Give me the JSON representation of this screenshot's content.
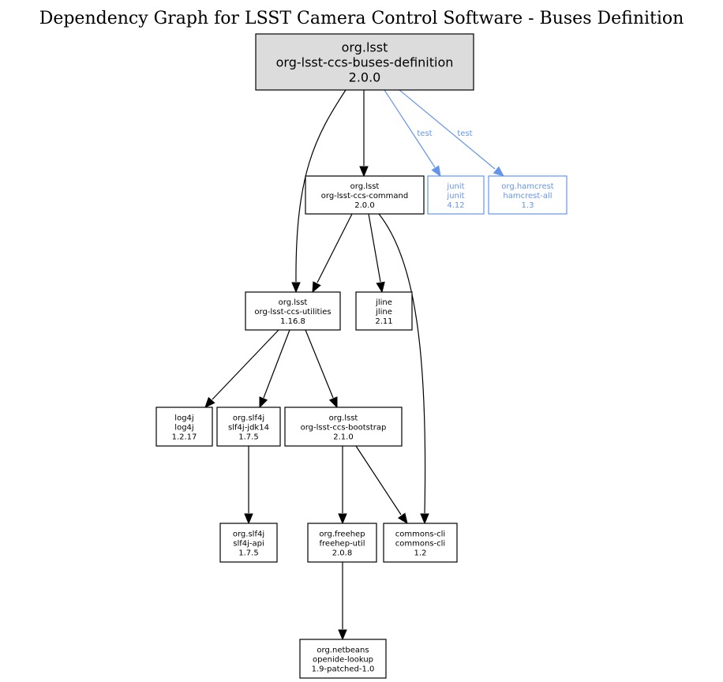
{
  "title": "Dependency Graph for LSST Camera Control Software - Buses Definition",
  "nodes": [
    {
      "id": "buses",
      "lines": [
        "org.lsst",
        "org-lsst-ccs-buses-definition",
        "2.0.0"
      ],
      "style": "root"
    },
    {
      "id": "command",
      "lines": [
        "org.lsst",
        "org-lsst-ccs-command",
        "2.0.0"
      ],
      "style": "normal"
    },
    {
      "id": "junit",
      "lines": [
        "junit",
        "junit",
        "4.12"
      ],
      "style": "test"
    },
    {
      "id": "hamcrest",
      "lines": [
        "org.hamcrest",
        "hamcrest-all",
        "1.3"
      ],
      "style": "test"
    },
    {
      "id": "utilities",
      "lines": [
        "org.lsst",
        "org-lsst-ccs-utilities",
        "1.16.8"
      ],
      "style": "normal"
    },
    {
      "id": "jline",
      "lines": [
        "jline",
        "jline",
        "2.11"
      ],
      "style": "normal"
    },
    {
      "id": "log4j",
      "lines": [
        "log4j",
        "log4j",
        "1.2.17"
      ],
      "style": "normal"
    },
    {
      "id": "slf4jjdk",
      "lines": [
        "org.slf4j",
        "slf4j-jdk14",
        "1.7.5"
      ],
      "style": "normal"
    },
    {
      "id": "bootstrap",
      "lines": [
        "org.lsst",
        "org-lsst-ccs-bootstrap",
        "2.1.0"
      ],
      "style": "normal"
    },
    {
      "id": "slf4japi",
      "lines": [
        "org.slf4j",
        "slf4j-api",
        "1.7.5"
      ],
      "style": "normal"
    },
    {
      "id": "freehep",
      "lines": [
        "org.freehep",
        "freehep-util",
        "2.0.8"
      ],
      "style": "normal"
    },
    {
      "id": "commonscli",
      "lines": [
        "commons-cli",
        "commons-cli",
        "1.2"
      ],
      "style": "normal"
    },
    {
      "id": "lookup",
      "lines": [
        "org.netbeans",
        "openide-lookup",
        "1.9-patched-1.0"
      ],
      "style": "normal"
    }
  ],
  "edges": [
    {
      "from": "buses",
      "to": "command",
      "label": ""
    },
    {
      "from": "buses",
      "to": "junit",
      "label": "test"
    },
    {
      "from": "buses",
      "to": "hamcrest",
      "label": "test"
    },
    {
      "from": "buses",
      "to": "utilities",
      "label": ""
    },
    {
      "from": "command",
      "to": "utilities",
      "label": ""
    },
    {
      "from": "command",
      "to": "jline",
      "label": ""
    },
    {
      "from": "command",
      "to": "commonscli",
      "label": ""
    },
    {
      "from": "utilities",
      "to": "log4j",
      "label": ""
    },
    {
      "from": "utilities",
      "to": "slf4jjdk",
      "label": ""
    },
    {
      "from": "utilities",
      "to": "bootstrap",
      "label": ""
    },
    {
      "from": "slf4jjdk",
      "to": "slf4japi",
      "label": ""
    },
    {
      "from": "bootstrap",
      "to": "freehep",
      "label": ""
    },
    {
      "from": "bootstrap",
      "to": "commonscli",
      "label": ""
    },
    {
      "from": "freehep",
      "to": "lookup",
      "label": ""
    }
  ],
  "colors": {
    "test": "#6495ed",
    "root_fill": "#dcdcdc",
    "line": "#000000"
  }
}
